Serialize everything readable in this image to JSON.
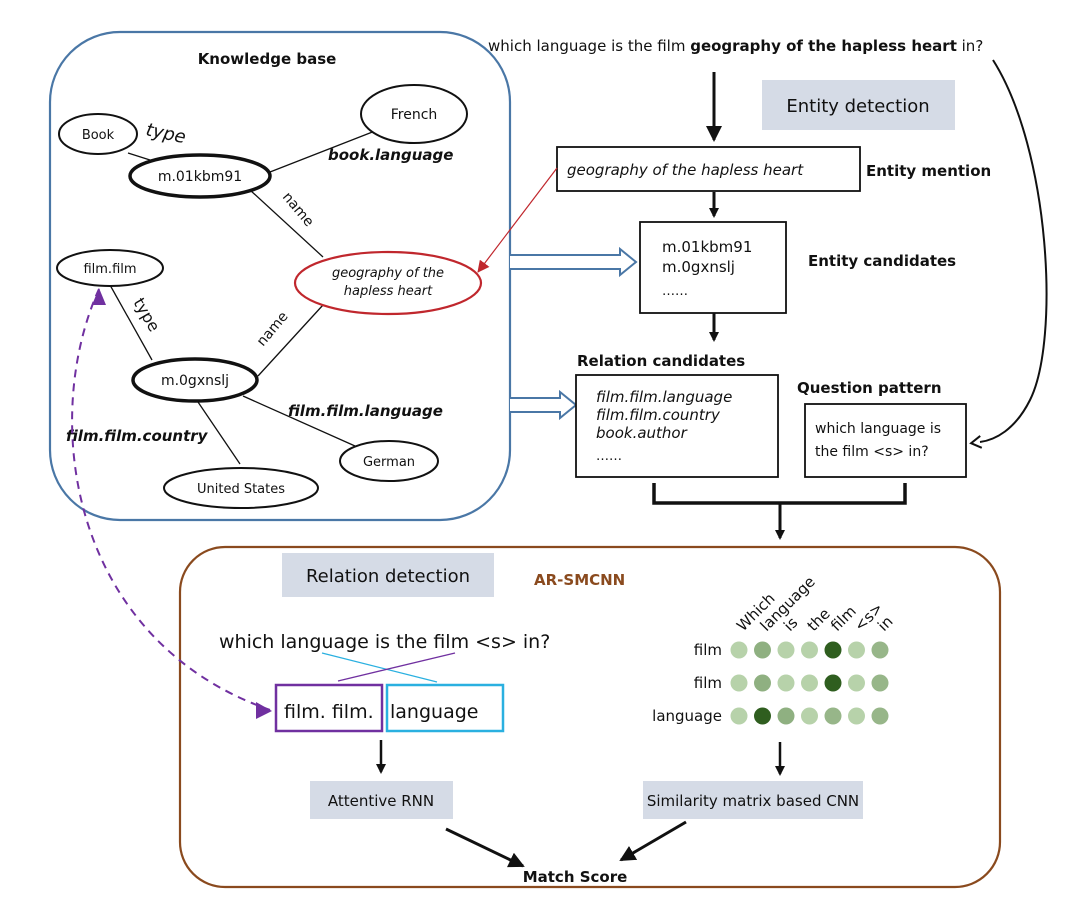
{
  "question": {
    "prefix": "which language is the film ",
    "entity": "geography of the hapless heart",
    "suffix": " in?"
  },
  "knowledge_base": {
    "title": "Knowledge base",
    "nodes": {
      "book": "Book",
      "french": "French",
      "m01kbm91": "m.01kbm91",
      "filmfilm": "film.film",
      "entity_line1": "geography of the",
      "entity_line2": "hapless heart",
      "m0gxnslj": "m.0gxnslj",
      "german": "German",
      "united_states": "United States"
    },
    "edges": {
      "type1": "type",
      "book_language": "book.language",
      "name1": "name",
      "type2": "type",
      "name2": "name",
      "film_language": "film.film.language",
      "film_country": "film.film.country"
    }
  },
  "entity_detection": {
    "label": "Entity detection",
    "mention_label": "Entity mention",
    "mention_value": "geography of the hapless heart",
    "candidates_label": "Entity candidates",
    "candidates": [
      "m.01kbm91",
      "m.0gxnslj",
      "……"
    ]
  },
  "relation_candidates": {
    "label": "Relation candidates",
    "items": [
      "film.film.language",
      "film.film.country",
      "book.author",
      "……"
    ]
  },
  "question_pattern": {
    "label": "Question pattern",
    "line1": "which language is",
    "line2": "the film <s> in?"
  },
  "relation_detection": {
    "label": "Relation detection",
    "model_name": "AR-SMCNN",
    "pattern_sentence": "which language is the film <s> in?",
    "relation_part1": "film. film.",
    "relation_part2": "language",
    "attentive_rnn": "Attentive RNN",
    "cnn": "Similarity matrix based CNN",
    "match_score": "Match Score"
  },
  "similarity_matrix": {
    "columns": [
      "Which",
      "language",
      "is",
      "the",
      "film",
      "<s>",
      "in"
    ],
    "rows": [
      "film",
      "film",
      "language"
    ],
    "intensity": [
      [
        0.15,
        0.4,
        0.15,
        0.15,
        1.0,
        0.15,
        0.35
      ],
      [
        0.15,
        0.4,
        0.15,
        0.15,
        1.0,
        0.15,
        0.35
      ],
      [
        0.15,
        1.0,
        0.4,
        0.15,
        0.35,
        0.15,
        0.35
      ]
    ],
    "color_low": "#cfe6c2",
    "color_high": "#2f5e1f"
  },
  "colors": {
    "kb_border": "#4a77a6",
    "entity_node": "#c0272d",
    "rd_border": "#8a4a1e",
    "model_name": "#8a4a1e",
    "purple": "#7030a0",
    "cyan": "#2ab0e0",
    "gray_label": "#d5dbe6"
  }
}
